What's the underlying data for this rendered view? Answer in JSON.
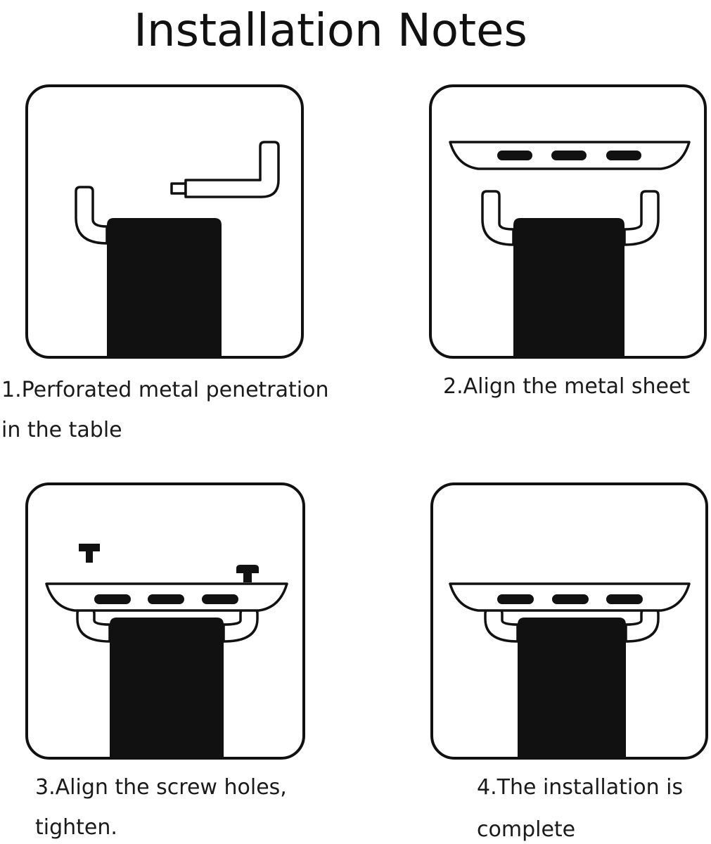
{
  "title": "Installation Notes",
  "steps": [
    {
      "line1": "1.Perforated metal penetration",
      "line2": "in the table"
    },
    {
      "line1": "2.Align the metal sheet",
      "line2": ""
    },
    {
      "line1": "3.Align the screw holes,",
      "line2": "tighten."
    },
    {
      "line1": "4.The installation is",
      "line2": "complete"
    }
  ]
}
